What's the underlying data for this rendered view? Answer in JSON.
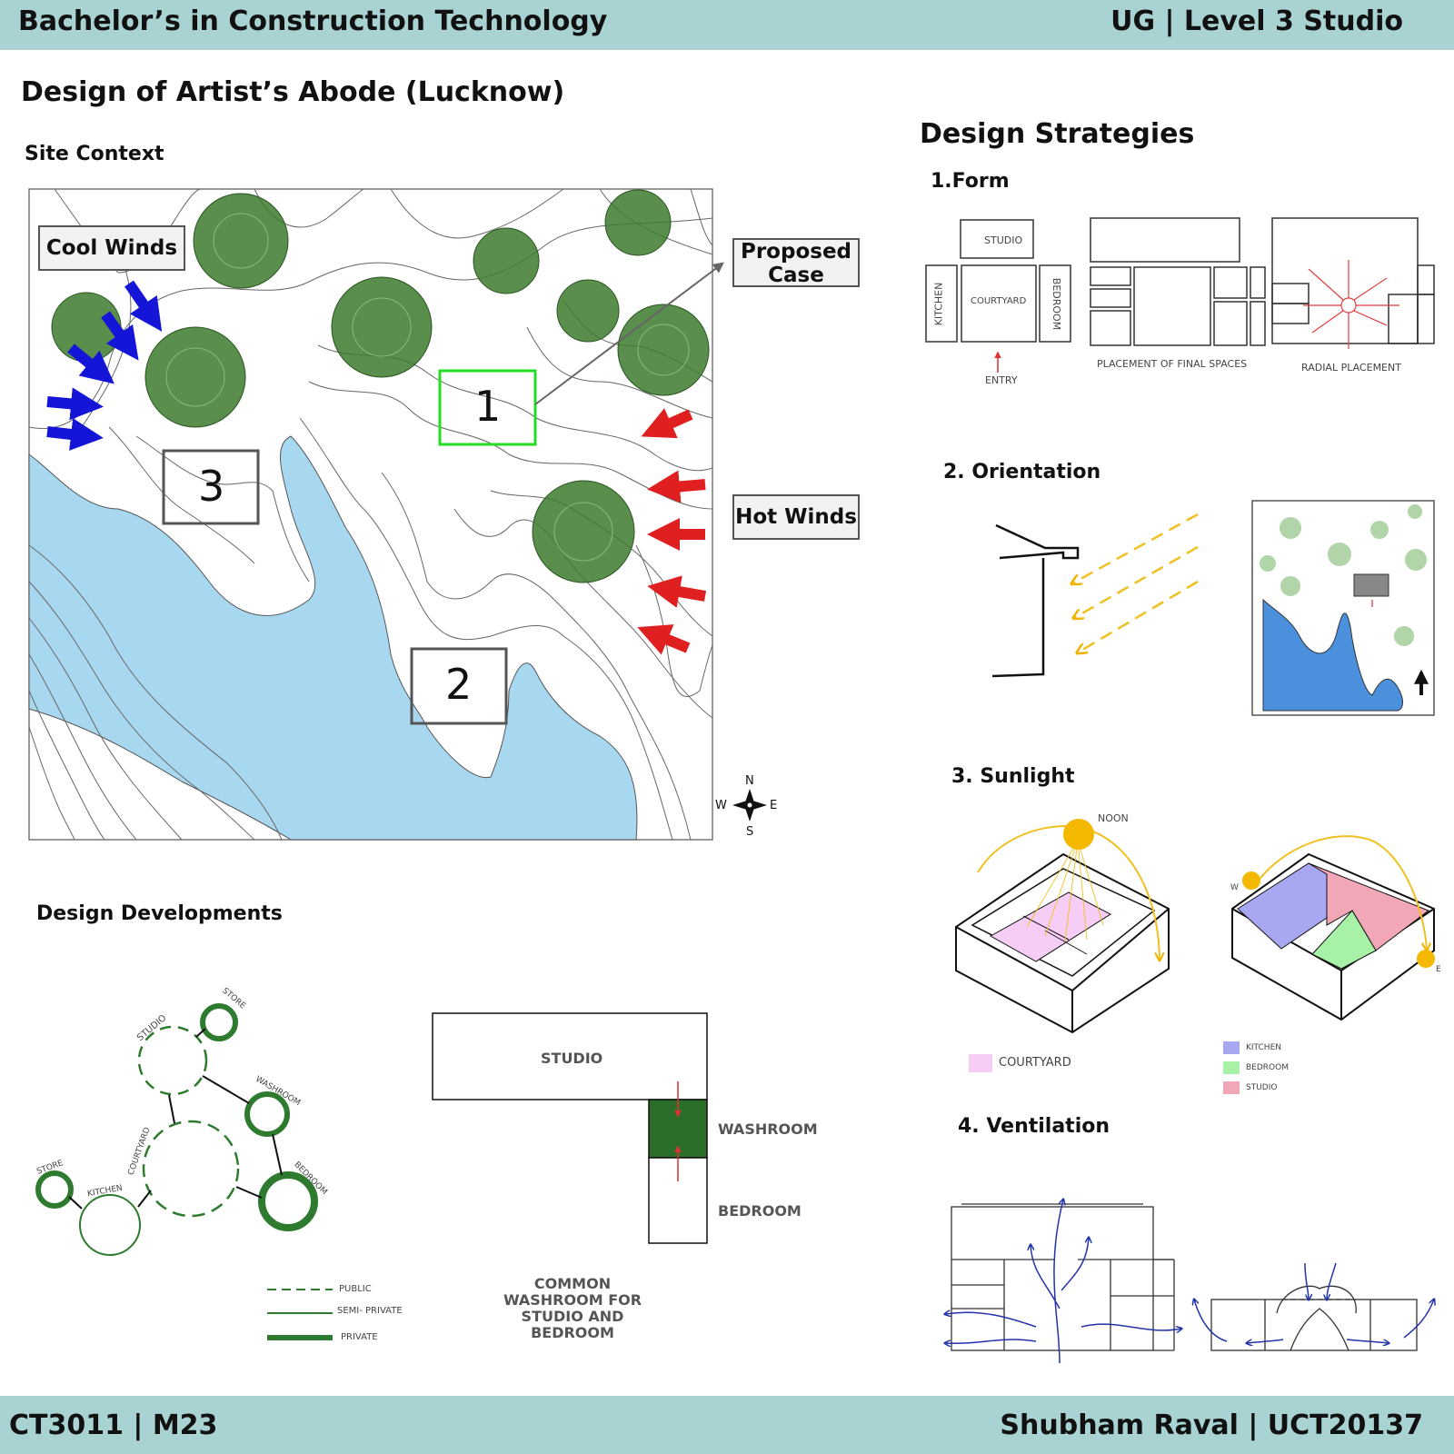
{
  "header": {
    "program": "Bachelor’s in Construction Technology",
    "level": "UG | Level 3 Studio"
  },
  "page_title": "Design of Artist’s Abode (Lucknow)",
  "site_context": {
    "heading": "Site Context",
    "cool_winds": "Cool Winds",
    "proposed_case": "Proposed Case",
    "hot_winds": "Hot Winds",
    "site_numbers": [
      "1",
      "2",
      "3"
    ],
    "compass": {
      "n": "N",
      "s": "S",
      "e": "E",
      "w": "W"
    },
    "colors": {
      "water": "#a8d8ef",
      "cool_arrow": "#1010e0",
      "hot_arrow": "#e02020",
      "site1": "#22dd22",
      "tree": "#3d7a2e"
    }
  },
  "design_strategies": {
    "heading": "Design Strategies",
    "form": {
      "heading": "1.Form",
      "labels": {
        "studio": "STUDIO",
        "kitchen": "KITCHEN",
        "courtyard": "COURTYARD",
        "bedroom": "BEDROOM",
        "entry": "ENTRY"
      },
      "captions": [
        "PLACEMENT OF FINAL SPACES",
        "RADIAL PLACEMENT"
      ]
    },
    "orientation": {
      "heading": "2. Orientation"
    },
    "sunlight": {
      "heading": "3. Sunlight",
      "noon": "NOON",
      "w": "W",
      "e": "E",
      "legend_left": [
        {
          "label": "COURTYARD",
          "color": "#f5cdf5"
        }
      ],
      "legend_right": [
        {
          "label": "KITCHEN",
          "color": "#a7a7f2"
        },
        {
          "label": "BEDROOM",
          "color": "#a7f2a7"
        },
        {
          "label": "STUDIO",
          "color": "#f2a7b6"
        }
      ]
    },
    "ventilation": {
      "heading": "4. Ventilation"
    }
  },
  "design_developments": {
    "heading": "Design Developments",
    "bubbles": {
      "store_top": "STORE",
      "studio": "STUDIO",
      "washroom": "WASHROOM",
      "courtyard": "COURTYARD",
      "bedroom": "BEDROOM",
      "store_left": "STORE",
      "kitchen": "KITCHEN"
    },
    "legend": [
      "PUBLIC",
      "SEMI- PRIVATE",
      "PRIVATE"
    ],
    "plan": {
      "studio": "STUDIO",
      "washroom": "WASHROOM",
      "bedroom": "BEDROOM"
    },
    "caption": [
      "COMMON",
      "WASHROOM FOR",
      "STUDIO AND",
      "BEDROOM"
    ],
    "colors": {
      "green": "#2e7a2e",
      "washroom_fill": "#2a6e2a"
    }
  },
  "footer": {
    "course": "CT3011 | M23",
    "author": "Shubham Raval | UCT20137"
  }
}
